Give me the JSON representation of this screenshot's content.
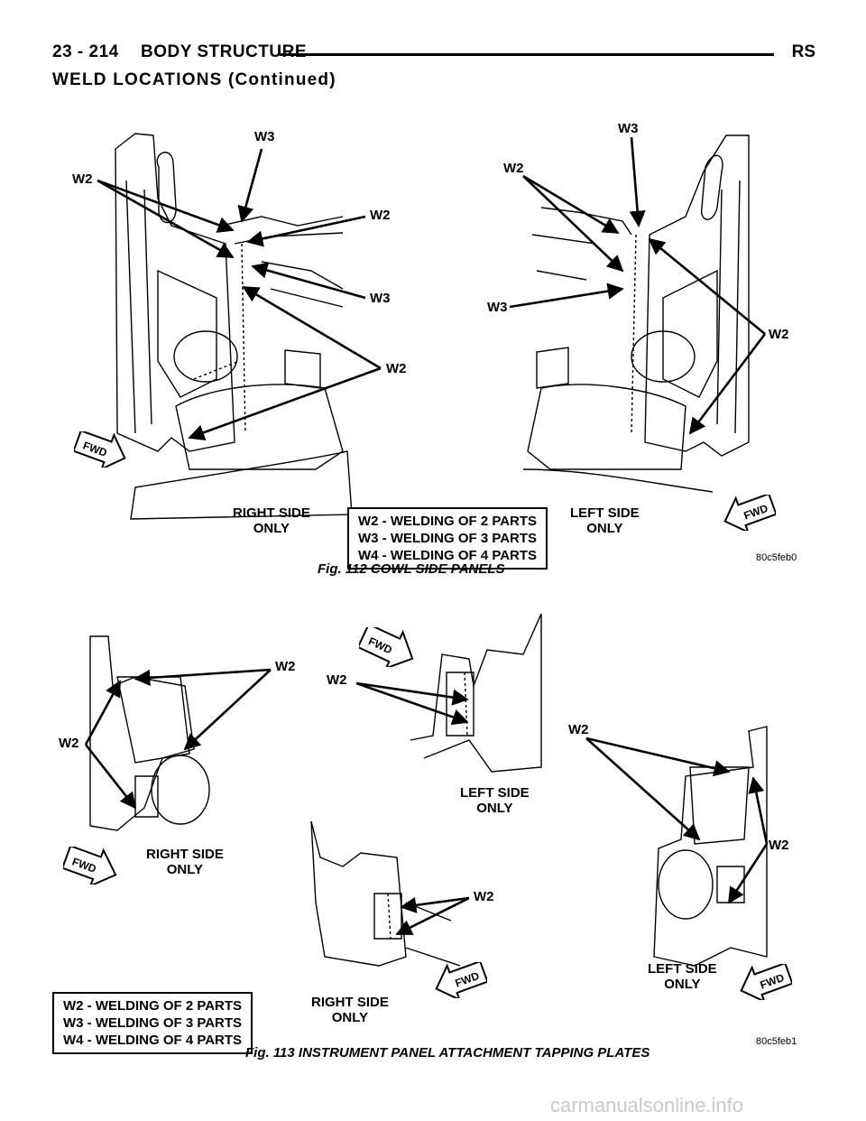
{
  "header": {
    "page_number": "23 - 214",
    "section": "BODY STRUCTURE",
    "code": "RS"
  },
  "subheader": "WELD LOCATIONS (Continued)",
  "fig112": {
    "caption": "Fig. 112 COWL SIDE PANELS",
    "ref": "80c5feb0",
    "right_side": [
      "RIGHT SIDE",
      "ONLY"
    ],
    "left_side": [
      "LEFT SIDE",
      "ONLY"
    ],
    "legend": [
      "W2 - WELDING OF 2 PARTS",
      "W3 - WELDING OF 3 PARTS",
      "W4 - WELDING OF 4 PARTS"
    ],
    "callouts": {
      "w3a": "W3",
      "w2a": "W2",
      "w2b": "W2",
      "w3b": "W3",
      "w2c": "W2",
      "w3c": "W3",
      "w2d": "W2",
      "w3d": "W3",
      "w2e": "W2"
    },
    "fwd": "FWD"
  },
  "fig113": {
    "caption": "Fig. 113 INSTRUMENT PANEL ATTACHMENT TAPPING PLATES",
    "ref": "80c5feb1",
    "right_side_a": [
      "RIGHT SIDE",
      "ONLY"
    ],
    "left_side_a": [
      "LEFT SIDE",
      "ONLY"
    ],
    "right_side_b": [
      "RIGHT SIDE",
      "ONLY"
    ],
    "left_side_b": [
      "LEFT SIDE",
      "ONLY"
    ],
    "legend": [
      "W2 - WELDING OF 2 PARTS",
      "W3 - WELDING OF 3 PARTS",
      "W4 - WELDING OF 4 PARTS"
    ],
    "callouts": {
      "a": "W2",
      "b": "W2",
      "c": "W2",
      "d": "W2",
      "e": "W2",
      "f": "W2"
    },
    "fwd": "FWD"
  },
  "footer": "carmanualsonline.info"
}
